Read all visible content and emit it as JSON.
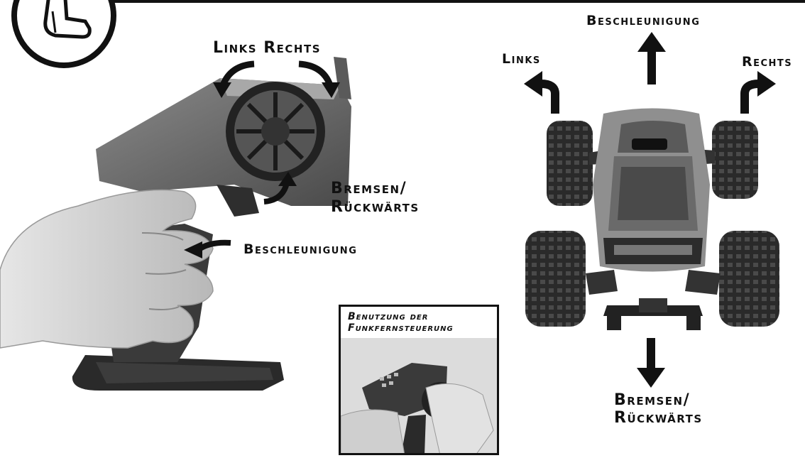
{
  "controller_labels": {
    "steering": "Links Rechts",
    "brake_line1": "Bremsen/",
    "brake_line2": "Rückwärts",
    "throttle": "Beschleunigung"
  },
  "inset": {
    "title_line1": "Benutzung der",
    "title_line2": "Funkfernsteuerung"
  },
  "truck_labels": {
    "forward": "Beschleunigung",
    "left": "Links",
    "right": "Rechts",
    "reverse_line1": "Bremsen/",
    "reverse_line2": "Rückwärts"
  },
  "colors": {
    "ink": "#111111",
    "photo_mid": "#7a7a7a",
    "photo_dark": "#3a3a3a"
  }
}
